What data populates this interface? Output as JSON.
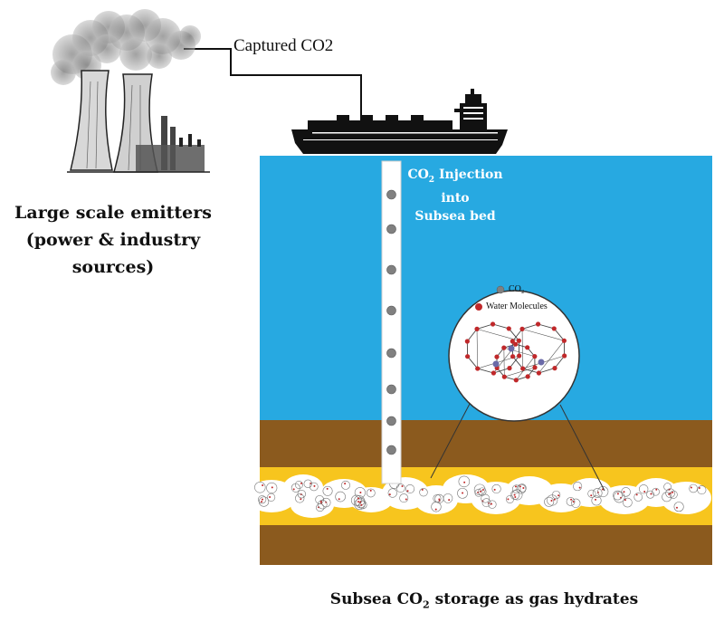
{
  "labels": {
    "captured": "Captured CO2",
    "emitters": [
      "Large scale emitters",
      "(power & industry",
      "sources)"
    ],
    "injection": {
      "line1_prefix": "CO",
      "line1_sub": "2",
      "line1_suffix": " Injection",
      "line2": "into",
      "line3": "Subsea bed"
    },
    "legend_co2": "CO₂",
    "legend_water": "Water Molecules",
    "title": {
      "prefix": "Subsea CO",
      "sub": "2",
      "suffix": " storage as gas hydrates"
    }
  },
  "colors": {
    "sea": "#27a9e1",
    "sediment": "#8b5a1e",
    "hydrate_layer": "#f7c51e",
    "hydrate_cloud": "#ffffff",
    "co2_dot": "#808080",
    "water_dot": "#c0282a",
    "ship": "#111111"
  },
  "icons": {
    "plant": "power-plant-icon",
    "ship": "tanker-ship-icon"
  }
}
